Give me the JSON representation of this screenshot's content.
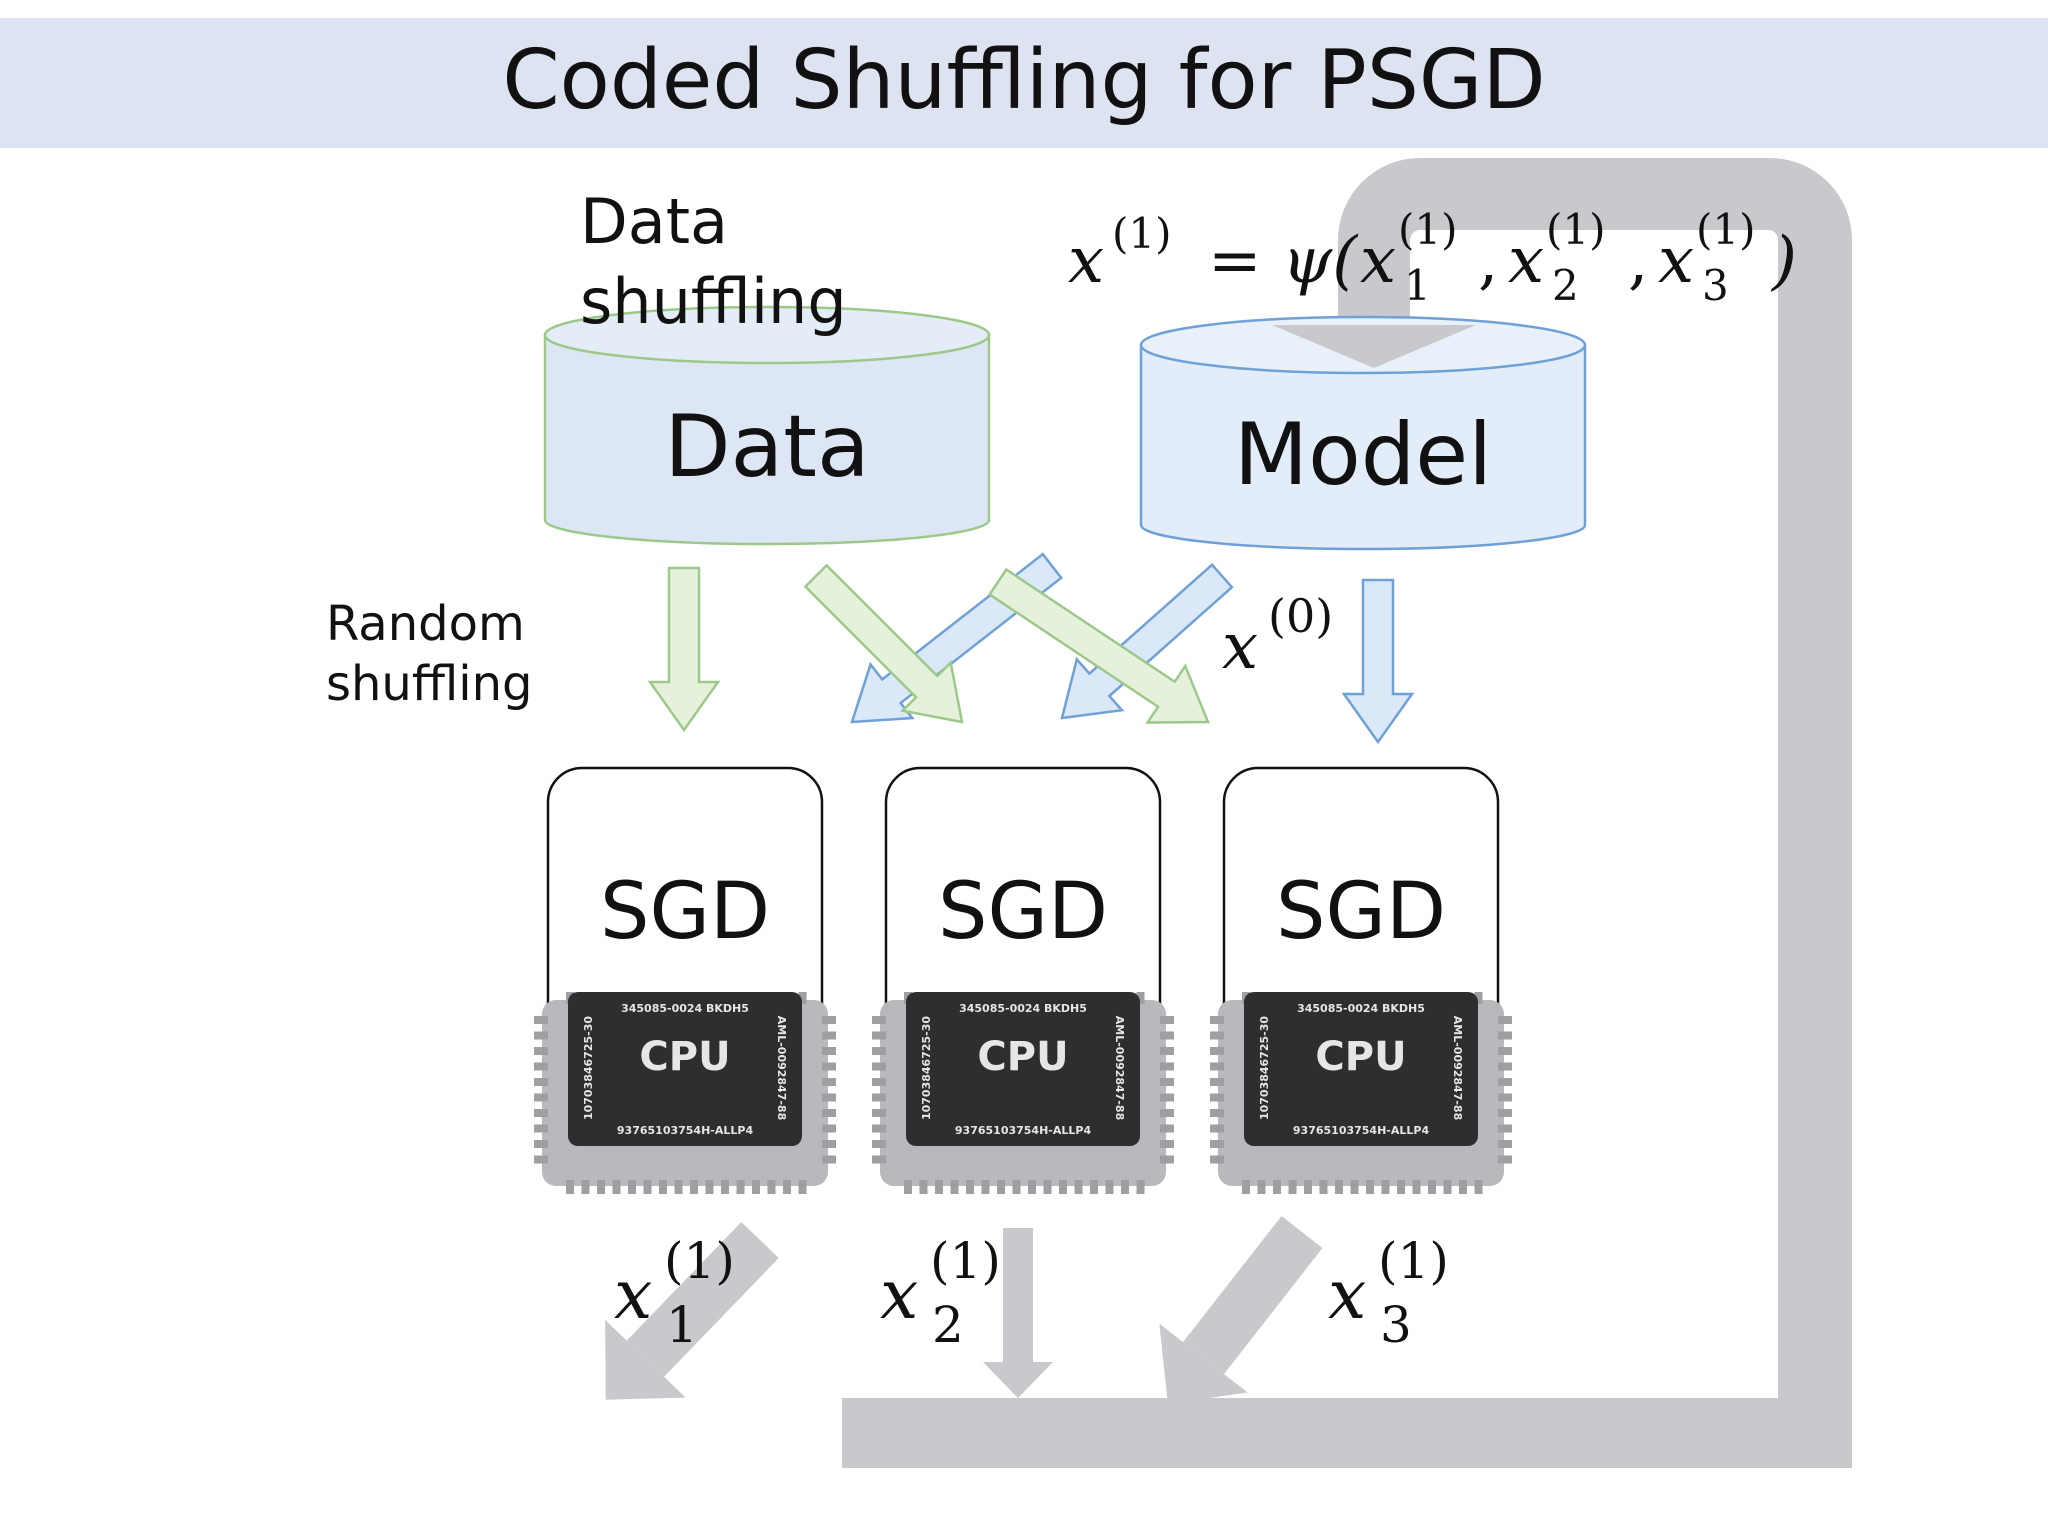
{
  "title": "Coded Shuffling for PSGD",
  "labels": {
    "data_shuffling_line1": "Data",
    "data_shuffling_line2": "shuffling",
    "random_shuffling_line1": "Random",
    "random_shuffling_line2": "shuffling"
  },
  "cylinders": {
    "data": "Data",
    "model": "Model"
  },
  "formula": {
    "lhs_var": "x",
    "lhs_sup": "(1)",
    "eq": "=",
    "psi": "ψ(",
    "x1": "x",
    "x1_sup": "(1)",
    "x1_sub": "1",
    "comma1": ",",
    "x2": "x",
    "x2_sup": "(1)",
    "x2_sub": "2",
    "comma2": ",",
    "x3": "x",
    "x3_sup": "(1)",
    "x3_sub": "3",
    "close": ")"
  },
  "x0": {
    "var": "x",
    "sup": "(0)"
  },
  "workers": [
    {
      "label": "SGD",
      "cpu": "CPU",
      "top_code": "345085-0024 BKDH5",
      "bottom_code": "93765103754H-ALLP4",
      "left_code": "10703846725-30",
      "right_code": "AML-0092847-88"
    },
    {
      "label": "SGD",
      "cpu": "CPU",
      "top_code": "345085-0024 BKDH5",
      "bottom_code": "93765103754H-ALLP4",
      "left_code": "10703846725-30",
      "right_code": "AML-0092847-88"
    },
    {
      "label": "SGD",
      "cpu": "CPU",
      "top_code": "345085-0024 BKDH5",
      "bottom_code": "93765103754H-ALLP4",
      "left_code": "10703846725-30",
      "right_code": "AML-0092847-88"
    }
  ],
  "outputs": [
    {
      "var": "x",
      "sup": "(1)",
      "sub": "1"
    },
    {
      "var": "x",
      "sup": "(1)",
      "sub": "2"
    },
    {
      "var": "x",
      "sup": "(1)",
      "sub": "3"
    }
  ],
  "colors": {
    "title_bar": "#dde3f0",
    "data_fill": "#dde6f4",
    "data_stroke": "#9cc98a",
    "model_fill": "#e2edf9",
    "model_stroke": "#6fa1d6",
    "green_arrow": "#e6f1dc",
    "blue_arrow": "#dbe8f7",
    "gray_pipe": "#c9c8cc",
    "chip": "#2e2e30"
  }
}
